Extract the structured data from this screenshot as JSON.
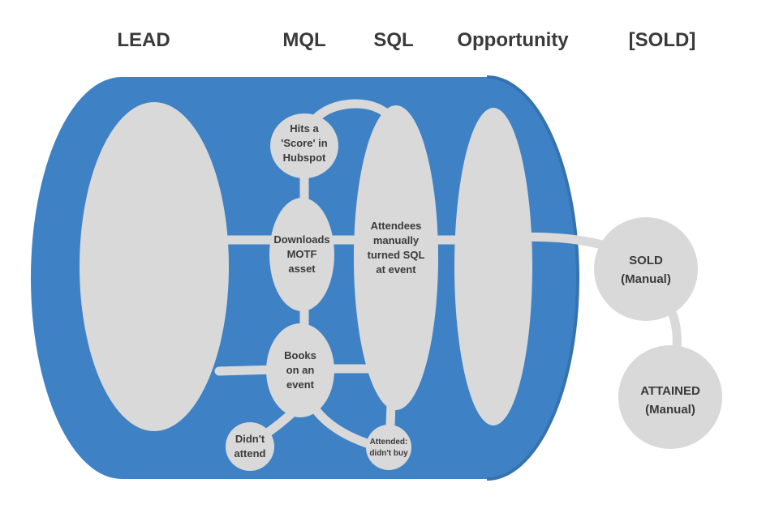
{
  "stages": {
    "lead": "LEAD",
    "mql": "MQL",
    "sql": "SQL",
    "opportunity": "Opportunity",
    "sold": "[SOLD]"
  },
  "nodes": {
    "hits_score": [
      "Hits a",
      "'Score' in",
      "Hubspot"
    ],
    "downloads_asset": [
      "Downloads",
      "MOTF",
      "asset"
    ],
    "books_event": [
      "Books",
      "on an",
      "event"
    ],
    "didnt_attend": [
      "Didn't",
      "attend"
    ],
    "attended_didnt_buy": [
      "Attended:",
      "didn't buy"
    ],
    "attendees_sql": [
      "Attendees",
      "manually",
      "turned SQL",
      "at event"
    ],
    "sold_manual": [
      "SOLD",
      "(Manual)"
    ],
    "attained_manual": [
      "ATTAINED",
      "(Manual)"
    ]
  },
  "colors": {
    "funnel": "#3e82c5",
    "funnel_edge": "#3572b0",
    "bubble": "#d9d9d9",
    "text": "#3a3a3a"
  }
}
